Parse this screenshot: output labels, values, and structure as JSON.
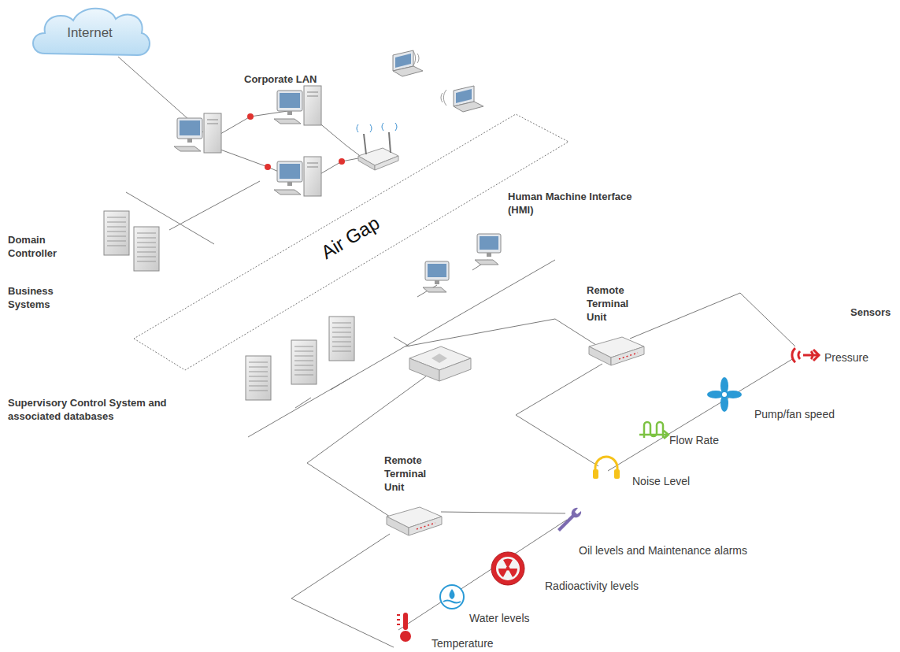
{
  "diagram": {
    "nodes": [
      {
        "text": [
          "Internet"
        ]
      },
      {
        "text": [
          "Air Gap"
        ]
      },
      {
        "text": [
          "Remote Terminal Unit"
        ]
      },
      {
        "text": [
          "Remote Terminal Unit"
        ]
      }
    ],
    "labels": [
      "Corporate LAN",
      "Human Machine Interface (HMI)",
      "Domain Controller",
      "Business Systems",
      "Supervisory Control System and associated databases",
      "Sensors",
      "Pressure",
      "Pump/fan speed",
      "Flow Rate",
      "Noise Level",
      "Oil levels and Maintenance alarms",
      "Radioactivity levels",
      "Water levels",
      "Temperature"
    ]
  }
}
